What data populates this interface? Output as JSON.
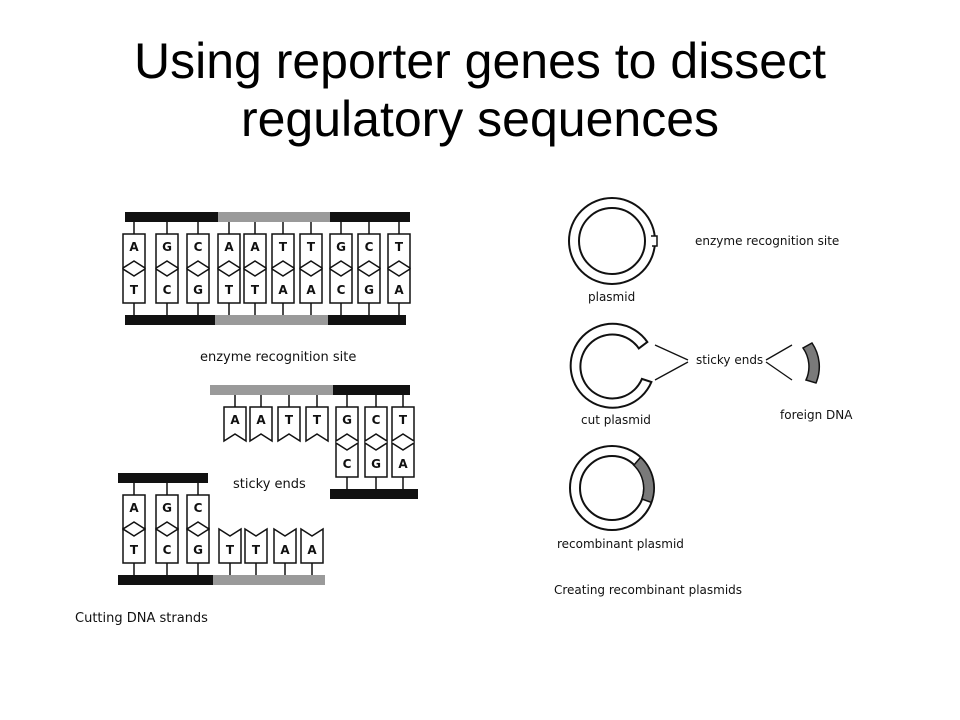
{
  "title": {
    "line1": "Using reporter genes to dissect",
    "line2": "regulatory sequences"
  },
  "left_panel": {
    "label_enzyme_site": "enzyme recognition site",
    "label_sticky_ends": "sticky ends",
    "caption": "Cutting DNA strands",
    "full_strand": {
      "top_bases": [
        "A",
        "G",
        "C",
        "A",
        "A",
        "T",
        "T",
        "G",
        "C",
        "T"
      ],
      "bottom_bases": [
        "T",
        "C",
        "G",
        "T",
        "T",
        "A",
        "A",
        "C",
        "G",
        "A"
      ]
    },
    "fragment_right": {
      "top_bases": [
        "A",
        "A",
        "T",
        "T",
        "G",
        "C",
        "T"
      ],
      "bottom_bases": [
        "C",
        "G",
        "A"
      ]
    },
    "fragment_left": {
      "top_bases": [
        "A",
        "G",
        "C"
      ],
      "bottom_bases": [
        "T",
        "C",
        "G",
        "T",
        "T",
        "A",
        "A"
      ]
    }
  },
  "right_panel": {
    "label_plasmid": "plasmid",
    "label_enzyme_site": "enzyme recognition site",
    "label_sticky_ends": "sticky ends",
    "label_cut_plasmid": "cut plasmid",
    "label_foreign_dna": "foreign DNA",
    "label_recombinant": "recombinant plasmid",
    "caption": "Creating recombinant plasmids"
  },
  "colors": {
    "strand_dark": "#111111",
    "strand_gray": "#9a9a9a",
    "foreign_dna": "#7a7a7a"
  }
}
